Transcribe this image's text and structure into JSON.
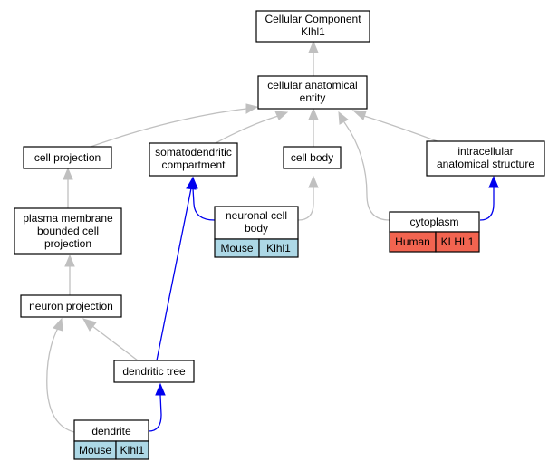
{
  "diagram": {
    "nodes": {
      "root": {
        "lines": [
          "Cellular Component",
          "Klhl1"
        ]
      },
      "cae": {
        "lines": [
          "cellular anatomical",
          "entity"
        ]
      },
      "cell_projection": {
        "lines": [
          "cell projection"
        ]
      },
      "somatodendritic": {
        "lines": [
          "somatodendritic",
          "compartment"
        ]
      },
      "cell_body": {
        "lines": [
          "cell body"
        ]
      },
      "intracellular": {
        "lines": [
          "intracellular",
          "anatomical structure"
        ]
      },
      "plasma_membrane": {
        "lines": [
          "plasma membrane",
          "bounded cell",
          "projection"
        ]
      },
      "neuronal_cell_body": {
        "lines": [
          "neuronal cell",
          "body"
        ],
        "species": "Mouse",
        "gene": "Klhl1"
      },
      "cytoplasm": {
        "lines": [
          "cytoplasm"
        ],
        "species": "Human",
        "gene": "KLHL1"
      },
      "neuron_projection": {
        "lines": [
          "neuron projection"
        ]
      },
      "dendritic_tree": {
        "lines": [
          "dendritic tree"
        ]
      },
      "dendrite": {
        "lines": [
          "dendrite"
        ],
        "species": "Mouse",
        "gene": "Klhl1"
      }
    },
    "colors": {
      "mouse_tag": "#add8e6",
      "human_tag": "#f26450",
      "edge_is_a": "#c0c0c0",
      "edge_part_of": "#0000ee"
    }
  }
}
